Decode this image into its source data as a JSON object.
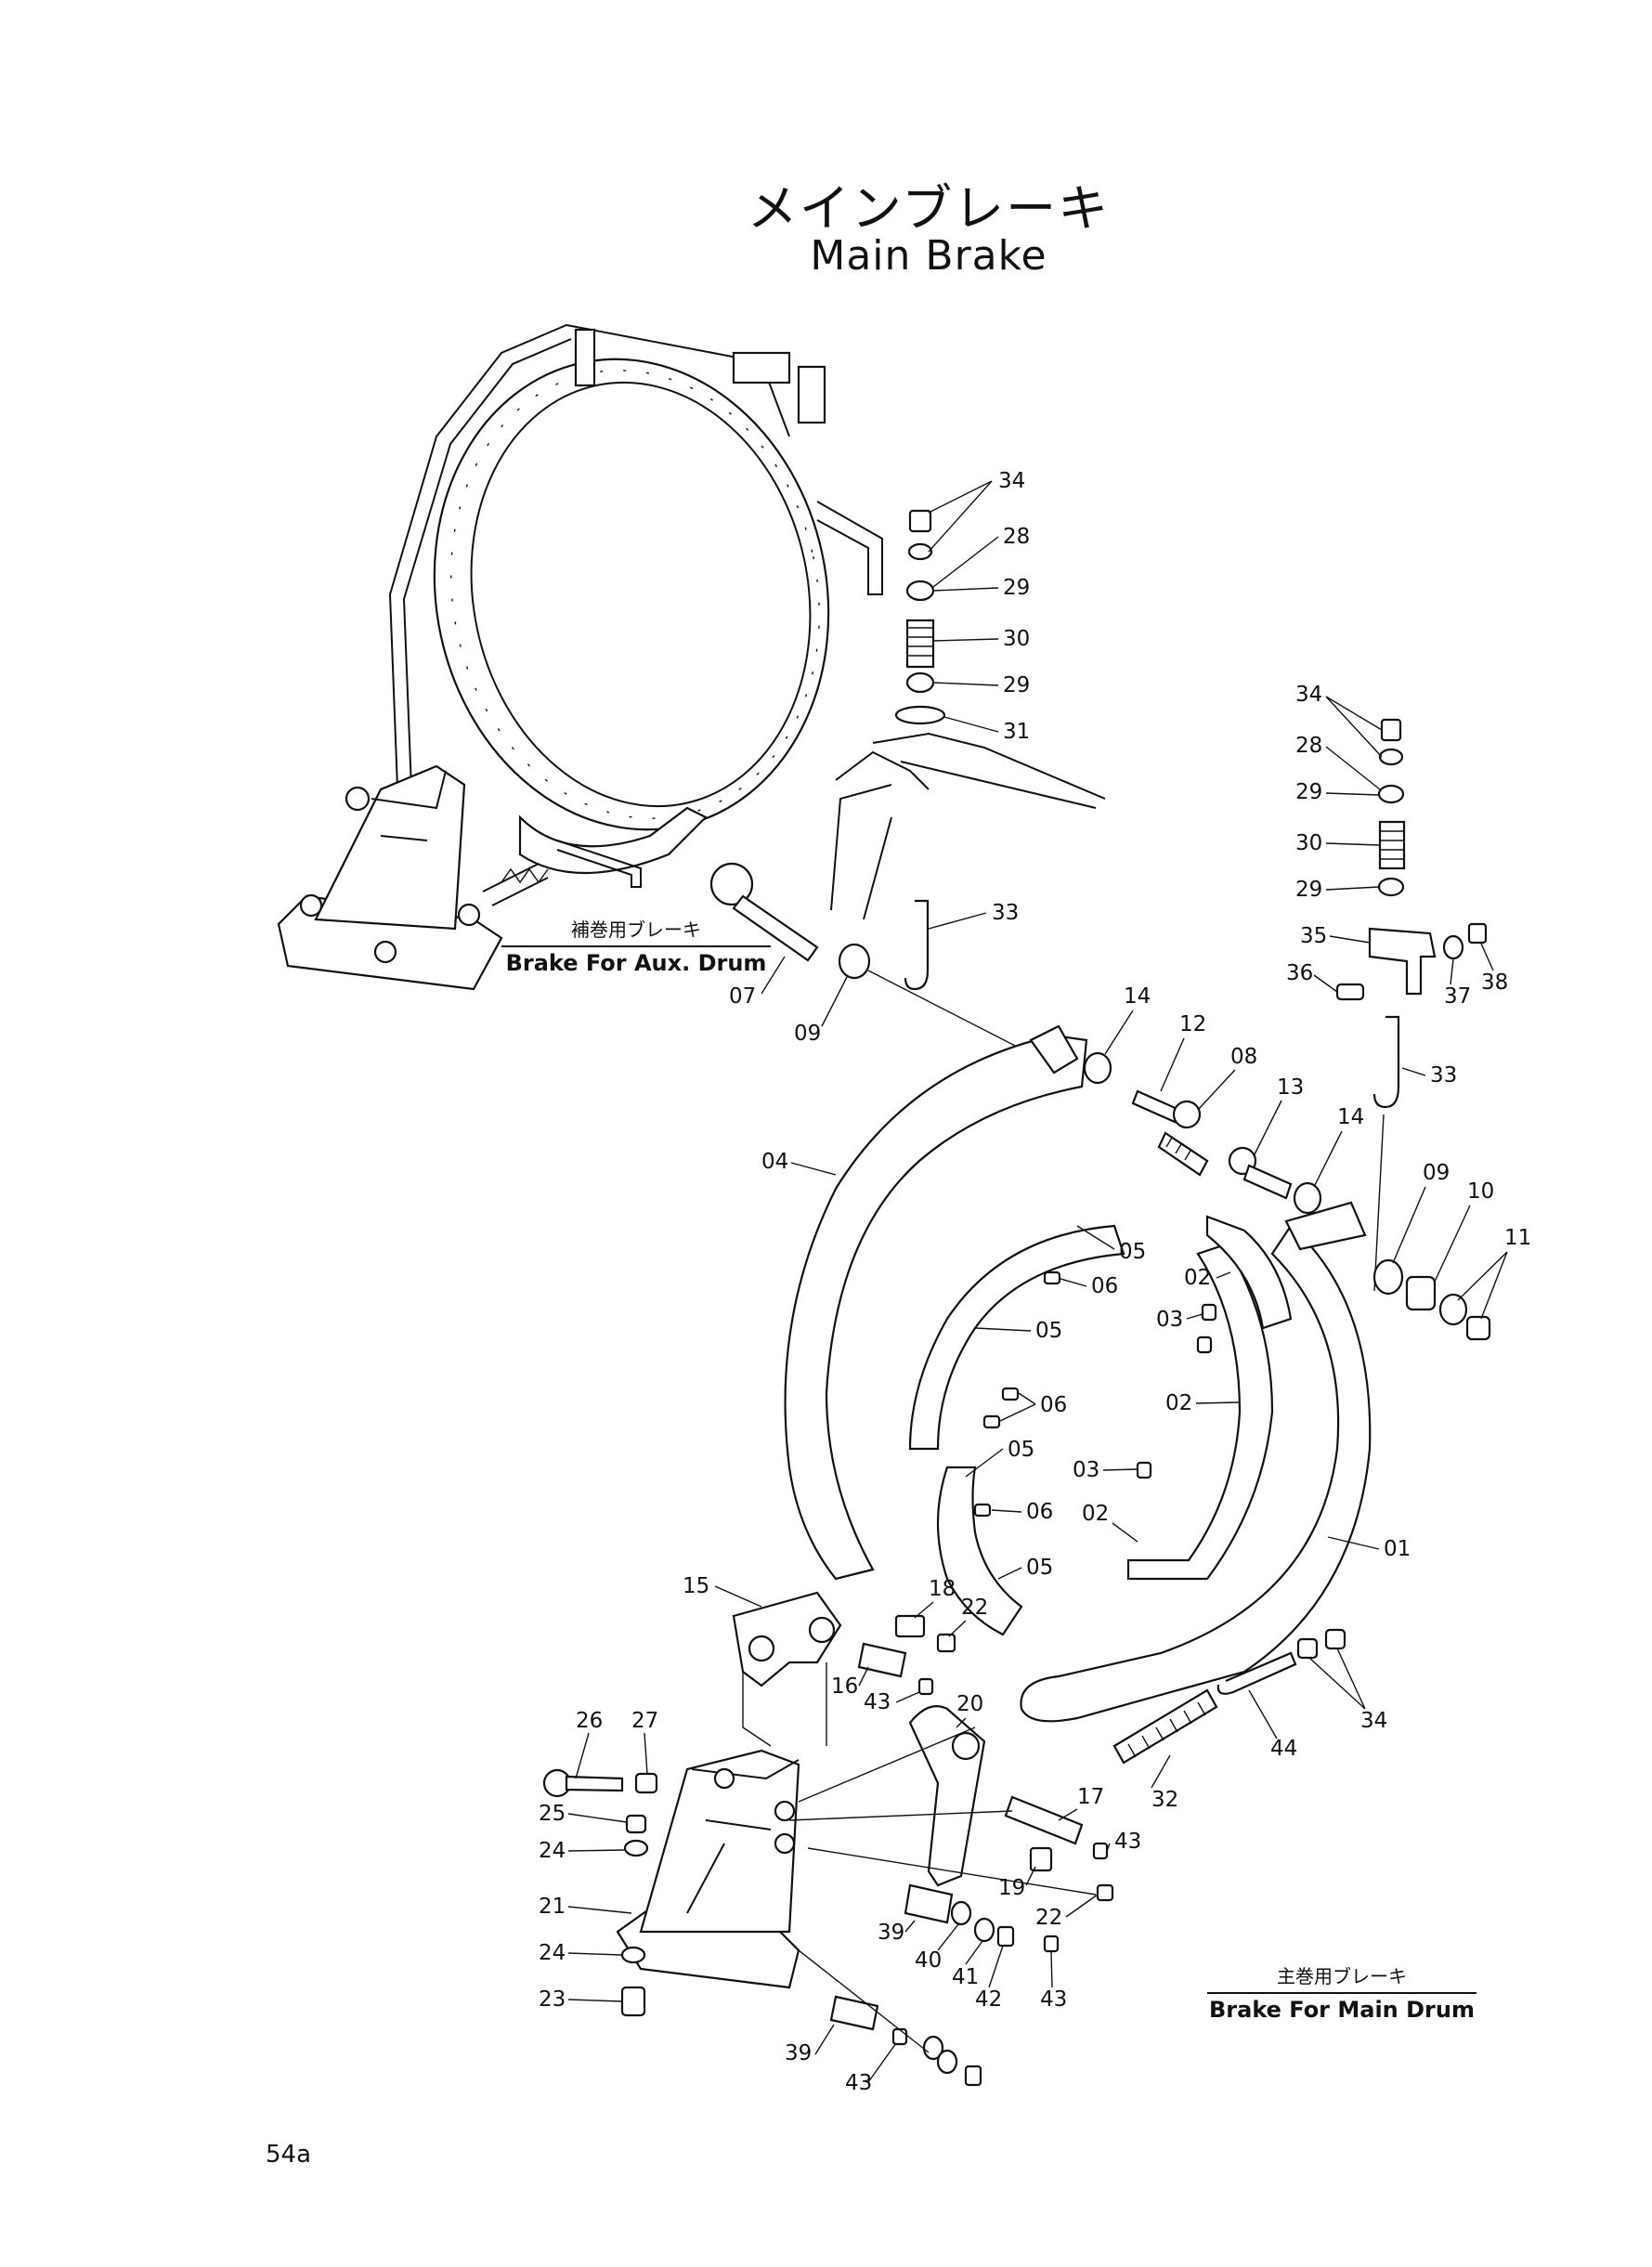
{
  "title": {
    "jp": "メインブレーキ",
    "en": "Main Brake"
  },
  "captions": {
    "aux": {
      "jp": "補巻用ブレーキ",
      "en": "Brake For Aux. Drum"
    },
    "main": {
      "jp": "主巻用ブレーキ",
      "en": "Brake For Main Drum"
    }
  },
  "page_number": "54a",
  "part_labels": [
    {
      "text": "34"
    },
    {
      "text": "28"
    },
    {
      "text": "29"
    },
    {
      "text": "30"
    },
    {
      "text": "29"
    },
    {
      "text": "31"
    },
    {
      "text": "33"
    },
    {
      "text": "34"
    },
    {
      "text": "28"
    },
    {
      "text": "29"
    },
    {
      "text": "30"
    },
    {
      "text": "29"
    },
    {
      "text": "35"
    },
    {
      "text": "36"
    },
    {
      "text": "37"
    },
    {
      "text": "38"
    },
    {
      "text": "33"
    },
    {
      "text": "07"
    },
    {
      "text": "09"
    },
    {
      "text": "14"
    },
    {
      "text": "12"
    },
    {
      "text": "08"
    },
    {
      "text": "13"
    },
    {
      "text": "14"
    },
    {
      "text": "09"
    },
    {
      "text": "10"
    },
    {
      "text": "11"
    },
    {
      "text": "04"
    },
    {
      "text": "05"
    },
    {
      "text": "06"
    },
    {
      "text": "05"
    },
    {
      "text": "06"
    },
    {
      "text": "05"
    },
    {
      "text": "06"
    },
    {
      "text": "05"
    },
    {
      "text": "02"
    },
    {
      "text": "03"
    },
    {
      "text": "02"
    },
    {
      "text": "03"
    },
    {
      "text": "02"
    },
    {
      "text": "01"
    },
    {
      "text": "15"
    },
    {
      "text": "18"
    },
    {
      "text": "22"
    },
    {
      "text": "16"
    },
    {
      "text": "43"
    },
    {
      "text": "20"
    },
    {
      "text": "34"
    },
    {
      "text": "44"
    },
    {
      "text": "32"
    },
    {
      "text": "17"
    },
    {
      "text": "43"
    },
    {
      "text": "19"
    },
    {
      "text": "22"
    },
    {
      "text": "26"
    },
    {
      "text": "27"
    },
    {
      "text": "25"
    },
    {
      "text": "24"
    },
    {
      "text": "21"
    },
    {
      "text": "24"
    },
    {
      "text": "23"
    },
    {
      "text": "39"
    },
    {
      "text": "40"
    },
    {
      "text": "41"
    },
    {
      "text": "42"
    },
    {
      "text": "43"
    },
    {
      "text": "39"
    },
    {
      "text": "43"
    }
  ]
}
